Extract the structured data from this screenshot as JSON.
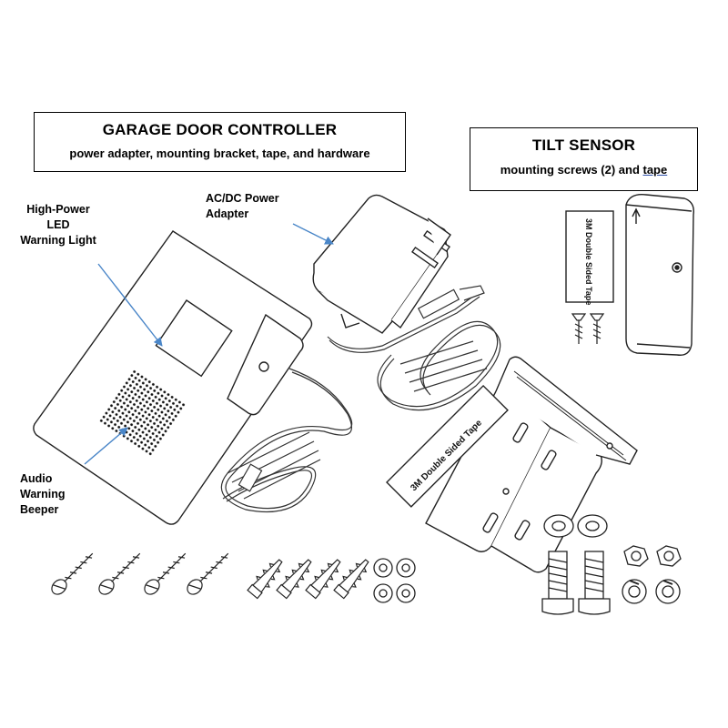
{
  "controller_box": {
    "title": "GARAGE DOOR CONTROLLER",
    "subtitle": "power adapter, mounting bracket, tape, and hardware"
  },
  "tilt_sensor_box": {
    "title": "TILT SENSOR",
    "subtitle_prefix": "mounting screws (2) and ",
    "subtitle_link": "tape"
  },
  "callouts": {
    "led": [
      "High-Power",
      "LED",
      "Warning Light"
    ],
    "adapter": [
      "AC/DC Power",
      "Adapter"
    ],
    "audio": [
      "Audio",
      "Warning",
      "Beeper"
    ]
  },
  "tape_labels": {
    "bracket_tape": "3M Double Sided Tape",
    "sensor_tape": "3M Double Sided Tape"
  },
  "colors": {
    "arrow": "#4a86c8",
    "line": "#222222",
    "link_underline": "#2b4ea8"
  }
}
